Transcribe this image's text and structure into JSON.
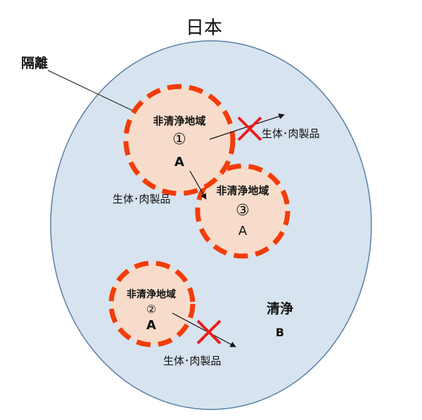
{
  "title": "日本",
  "isolation_label": "隔離",
  "zones": [
    {
      "name": "非清浄地域",
      "number": "①",
      "grade": "A"
    },
    {
      "name": "非清浄地域",
      "number": "②",
      "grade": "A"
    },
    {
      "name": "非清浄地域",
      "number": "③",
      "grade": "A"
    }
  ],
  "flow_label": "生体･肉製品",
  "clean": {
    "name": "清浄",
    "grade": "B"
  },
  "colors": {
    "country_fill": "#d7e3ee",
    "country_stroke": "#5a7ea8",
    "zone_fill": "#f8dccb",
    "zone_dash": "#f23c0a",
    "cross": "#ee1c1c"
  }
}
